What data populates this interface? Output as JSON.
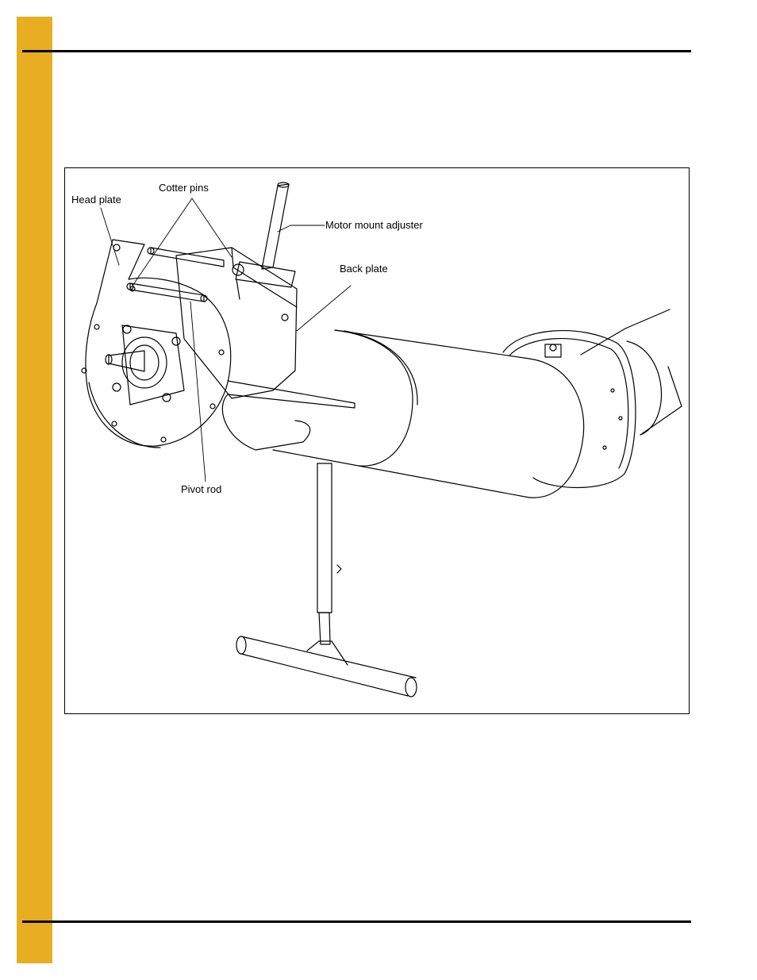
{
  "theme": {
    "tab_color": "#E8AE22",
    "rule_color": "#000000"
  },
  "figure": {
    "labels": {
      "head_plate": "Head plate",
      "cotter_pins": "Cotter pins",
      "motor_mount_adjuster": "Motor mount adjuster",
      "back_plate": "Back plate",
      "pivot_rod": "Pivot rod"
    }
  }
}
